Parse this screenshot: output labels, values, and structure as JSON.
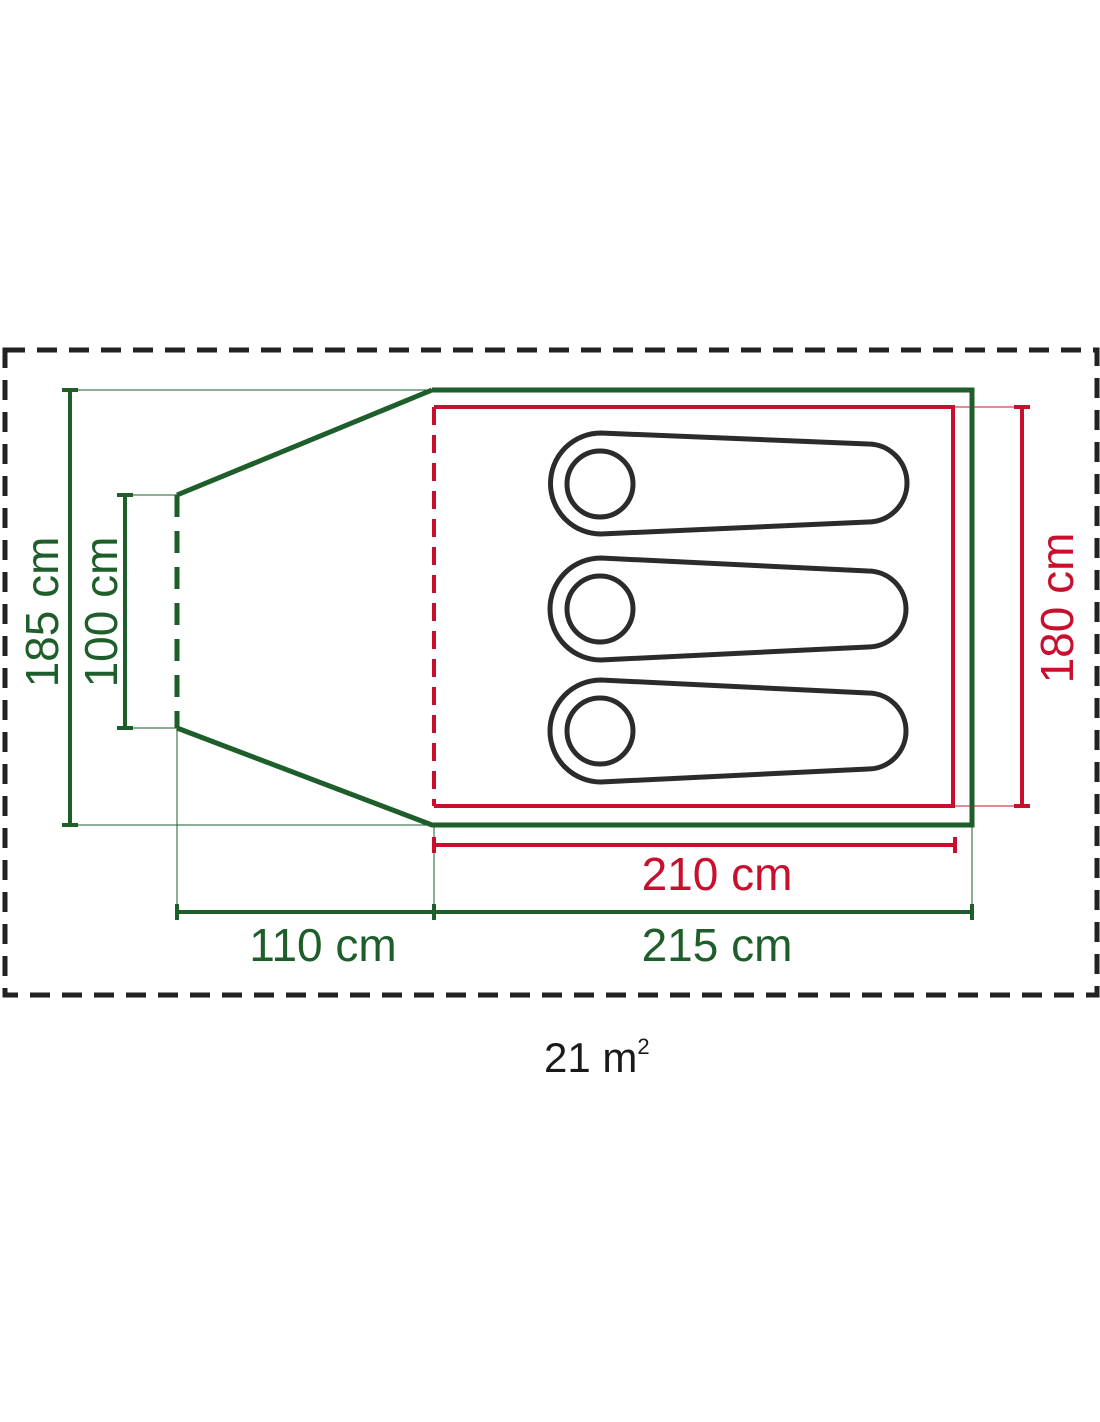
{
  "colors": {
    "outer_tent": "#1e5e2a",
    "inner_tent": "#c8102e",
    "footprint": "#222222",
    "sleeping_bag": "#2b2b2b",
    "text_dark": "#1a1a1a"
  },
  "dimensions": {
    "height_total": "185 cm",
    "height_entrance": "100 cm",
    "height_inner": "180 cm",
    "length_inner": "210 cm",
    "length_porch": "110 cm",
    "length_body": "215 cm"
  },
  "area": {
    "value": "21 m",
    "superscript": "2"
  },
  "sleeping_bags": [
    "bag-1",
    "bag-2",
    "bag-3"
  ]
}
